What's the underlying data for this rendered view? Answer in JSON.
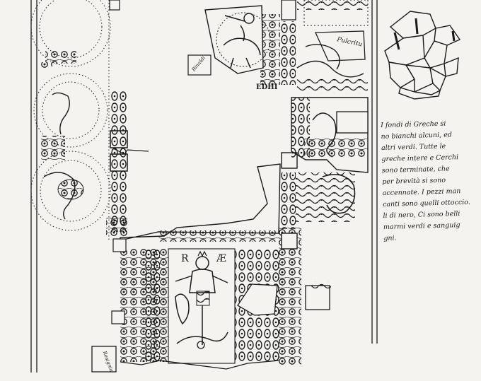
{
  "drawing": {
    "ink_color": "#1a1a1a",
    "paper_color": "#f4f3ef"
  },
  "inscriptions": {
    "panel_letters_left": "R",
    "panel_letters_right": "Æ",
    "edhi": "EDHI",
    "label_top": "Pulcritu",
    "label_small": "Rinaldi",
    "label_bottom": "Resignia"
  },
  "note": {
    "lines": [
      "I fondi di Greche si",
      "no bianchi alcuni, ed",
      "altri verdi. Tutte le",
      "greche intere e Cerchi",
      "sono terminate, che",
      "per brevità si sono",
      "accennate. I pezzi man",
      "canti sono quelli ottoccio.",
      "li di nero, Ci sono belli",
      "marmi verdi e sanguig",
      "gni."
    ]
  }
}
